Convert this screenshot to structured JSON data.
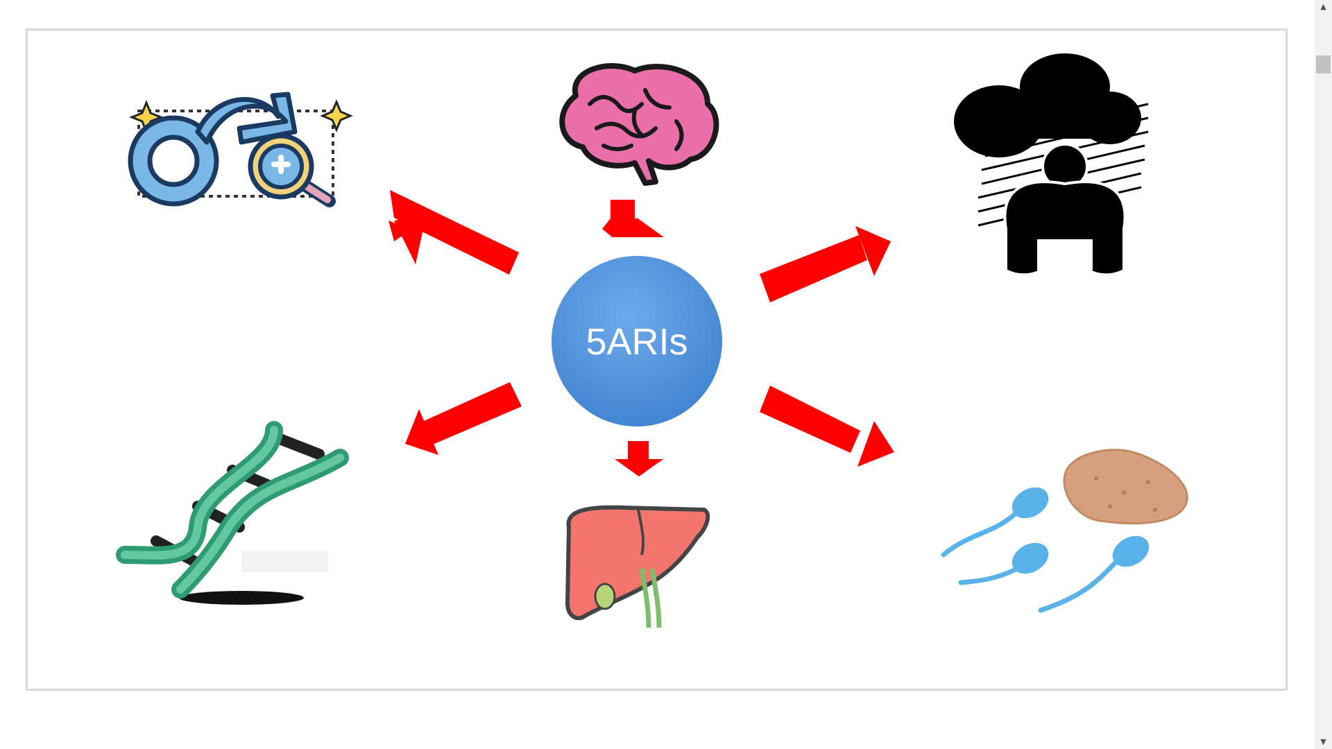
{
  "center_node": {
    "label": "5ARIs",
    "color": "#4a90d9"
  },
  "arrow_color": "#ff0000",
  "effects": [
    {
      "icon": "male-symbol-magnifier-icon",
      "position": "top-left"
    },
    {
      "icon": "brain-icon",
      "position": "top"
    },
    {
      "icon": "depressed-person-icon",
      "position": "top-right"
    },
    {
      "icon": "dna-icon",
      "position": "bottom-left"
    },
    {
      "icon": "liver-icon",
      "position": "bottom"
    },
    {
      "icon": "sperm-egg-icon",
      "position": "bottom-right"
    }
  ],
  "scrollbar": {
    "up_icon": "▲",
    "down_icon": "▼"
  }
}
